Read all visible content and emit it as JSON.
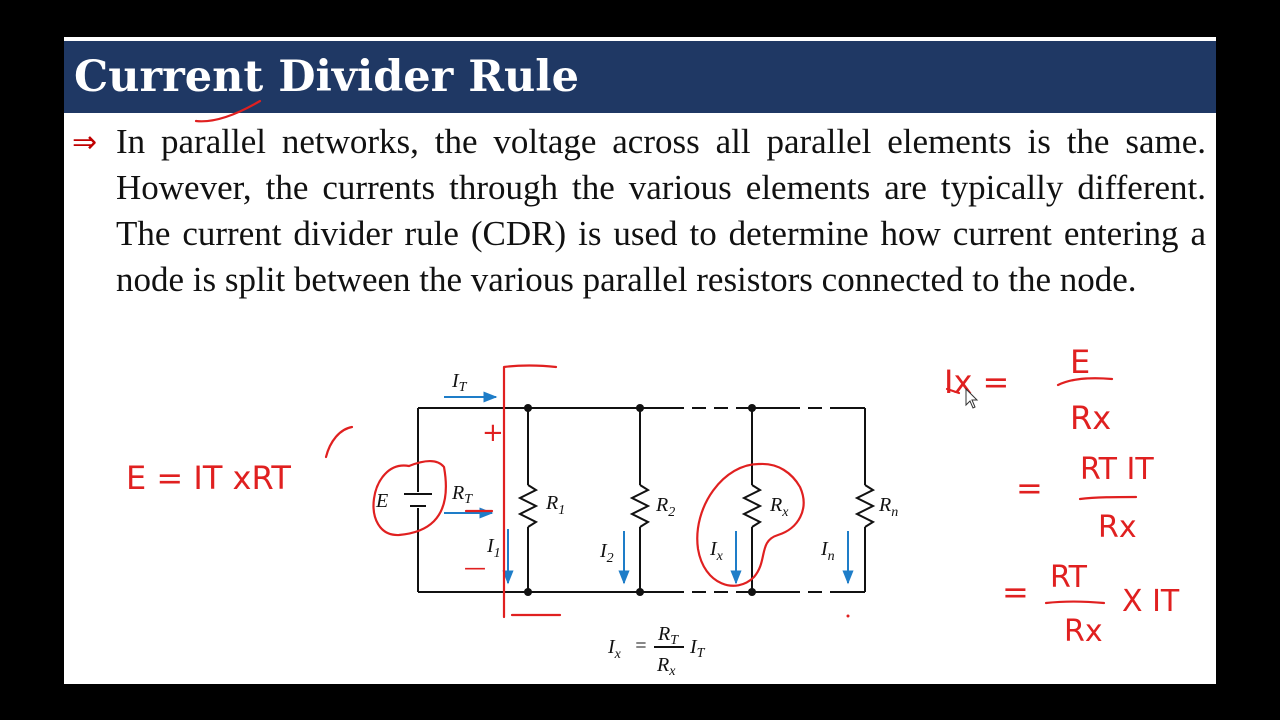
{
  "slide": {
    "title": "Current Divider Rule",
    "bullet_symbol": "⇒",
    "body": "In parallel networks, the voltage across all parallel elements is the same. However, the currents through the various elements are typically different. The current divider rule (CDR) is used to determine how current entering a node is split between the various parallel resistors connected to the node."
  },
  "circuit": {
    "source_label": "E",
    "total_current": {
      "symbol": "I",
      "sub": "T"
    },
    "total_resistance": {
      "symbol": "R",
      "sub": "T"
    },
    "branches": [
      {
        "r_symbol": "R",
        "r_sub": "1",
        "i_symbol": "I",
        "i_sub": "1"
      },
      {
        "r_symbol": "R",
        "r_sub": "2",
        "i_symbol": "I",
        "i_sub": "2"
      },
      {
        "r_symbol": "R",
        "r_sub": "x",
        "i_symbol": "I",
        "i_sub": "x"
      },
      {
        "r_symbol": "R",
        "r_sub": "n",
        "i_symbol": "I",
        "i_sub": "n"
      }
    ],
    "formula": {
      "lhs": "I",
      "lhs_sub": "x",
      "eq": "=",
      "num": "R",
      "num_sub": "T",
      "den": "R",
      "den_sub": "x",
      "tail": "I",
      "tail_sub": "T"
    }
  },
  "annotations": {
    "left_eq": "E = IT xRT",
    "plus": "+",
    "minus": "—",
    "right_lines": [
      {
        "lhs": "Ix =",
        "num": "E",
        "den": "Rx"
      },
      {
        "lhs": "=",
        "num": "RT IT",
        "den": "Rx"
      },
      {
        "lhs": "=",
        "num": "RT",
        "den": "Rx",
        "tail": "X IT"
      }
    ]
  },
  "colors": {
    "title_bar": "#1f3864",
    "bullet": "#c00000",
    "ink": "#e02020",
    "current_arrow": "#1e7dc8"
  }
}
